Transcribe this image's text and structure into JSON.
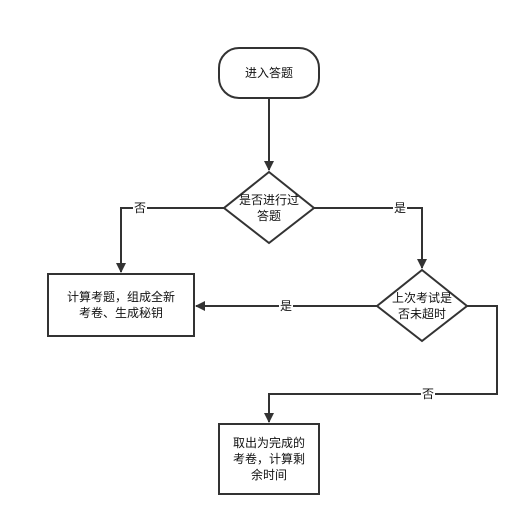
{
  "nodes": {
    "start": {
      "lines": [
        "进入答题"
      ]
    },
    "decision_taken": {
      "lines": [
        "是否进行过",
        "答题"
      ]
    },
    "decision_timeout": {
      "lines": [
        "上次考试是",
        "否未超时"
      ]
    },
    "generate": {
      "lines": [
        "计算考题，组成全新",
        "考卷、生成秘钥"
      ]
    },
    "resume": {
      "lines": [
        "取出为完成的",
        "考卷，计算剩",
        "余时间"
      ]
    }
  },
  "edges": {
    "taken_no": "否",
    "taken_yes": "是",
    "timeout_yes": "是",
    "timeout_no": "否"
  },
  "colors": {
    "stroke": "#333333",
    "fill": "#ffffff",
    "text": "#111111"
  }
}
